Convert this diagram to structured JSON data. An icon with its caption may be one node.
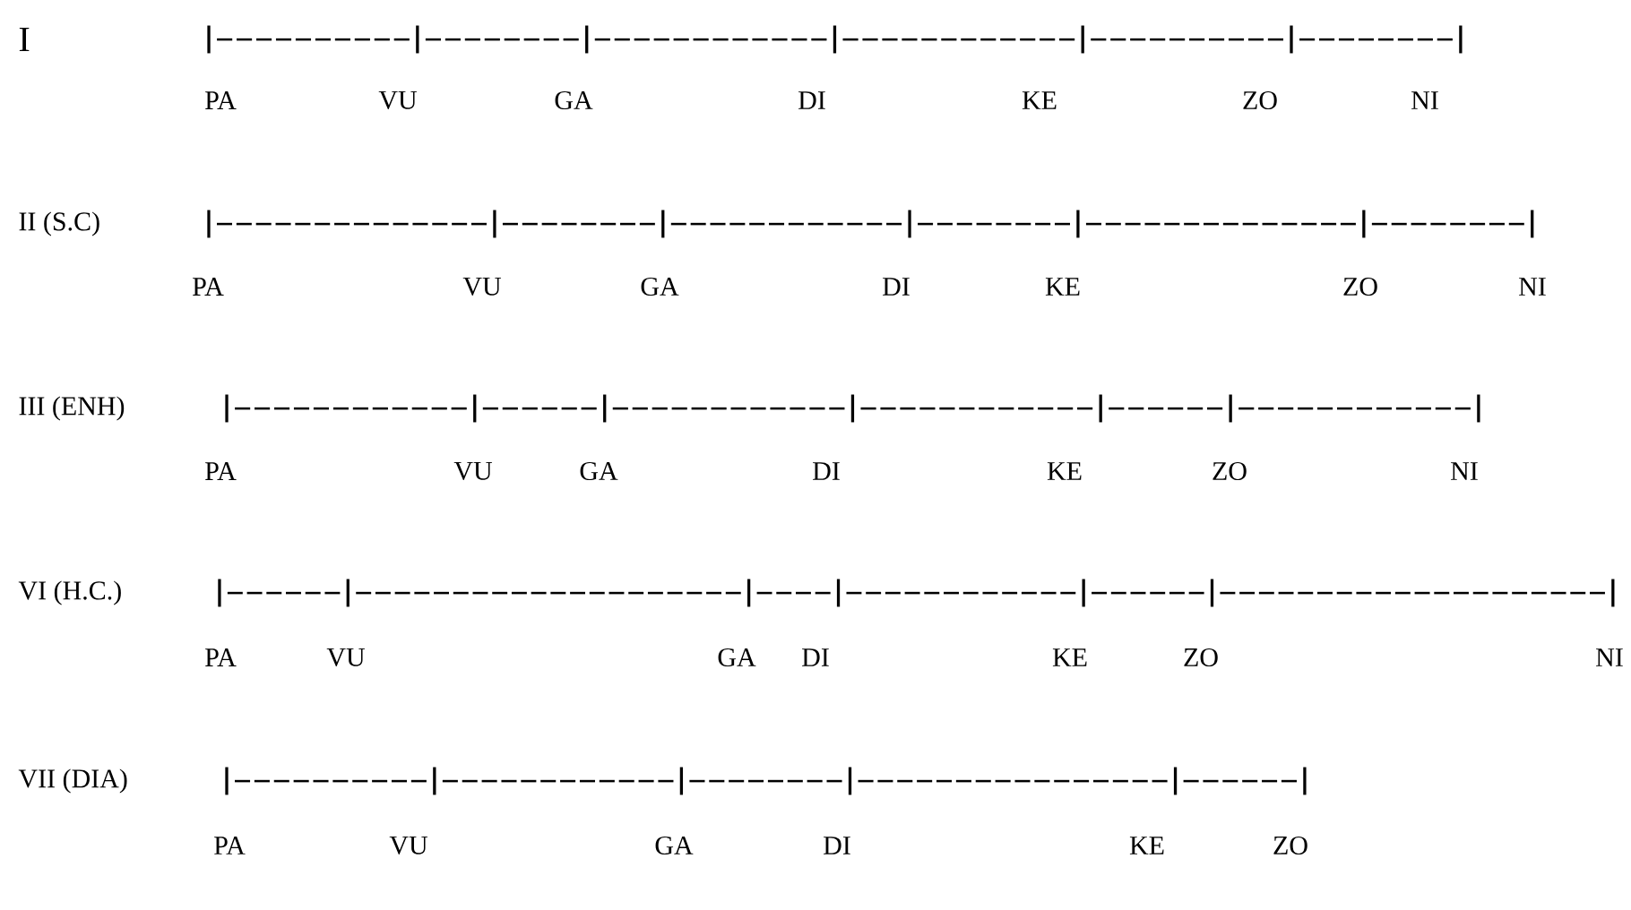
{
  "diagram": {
    "labels": [
      "I",
      "|----------|--------|------------|------------|----------|--------|",
      "PA",
      "VU",
      "GA",
      "DI",
      "KE",
      "ZO",
      "NI",
      "II (S.C)",
      "|--------------|--------|------------|--------|--------------|--------|",
      "PA",
      "VU",
      "GA",
      "DI",
      "KE",
      "ZO",
      "NI",
      "III (ENH)",
      "|------------|------|------------|------------|------|------------|",
      "PA",
      "VU",
      "GA",
      "DI",
      "KE",
      "ZO",
      "NI",
      "VI (H.C.)",
      "|------|--------------------|----|------------|------|--------------------|",
      "PA",
      "VU",
      "GA",
      "DI",
      "KE",
      "ZO",
      "NI",
      "VII (DIA)",
      "|----------|------------|--------|----------------|------|",
      "PA",
      "VU",
      "GA",
      "DI",
      "KE",
      "ZO"
    ]
  }
}
